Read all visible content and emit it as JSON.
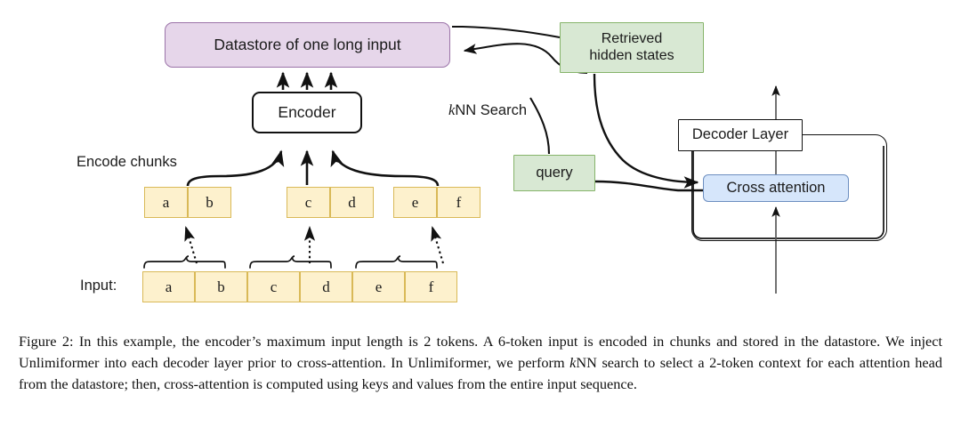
{
  "figure": {
    "datastore": {
      "label": "Datastore of one long input",
      "fill": "#e6d6ea",
      "stroke": "#9b73a8"
    },
    "encoder": {
      "label": "Encoder",
      "fill": "#ffffff",
      "stroke": "#111111"
    },
    "retrieved_hidden_states": {
      "line1": "Retrieved",
      "line2": "hidden states",
      "fill": "#d8e8d3",
      "stroke": "#86b46a"
    },
    "query": {
      "label": "query",
      "fill": "#d8e8d3",
      "stroke": "#86b46a"
    },
    "decoder_layer": {
      "label": "Decoder Layer",
      "fill": "#ffffff",
      "stroke": "#111111"
    },
    "cross_attention": {
      "label": "Cross attention",
      "fill": "#d6e6fb",
      "stroke": "#6d8fc0"
    },
    "labels": {
      "encode_chunks": "Encode chunks",
      "knn_search_italic": "k",
      "knn_search_rest": "NN Search",
      "input": "Input:"
    },
    "chunks": [
      {
        "name": "chunk-ab",
        "tokens": [
          "a",
          "b"
        ]
      },
      {
        "name": "chunk-cd",
        "tokens": [
          "c",
          "d"
        ]
      },
      {
        "name": "chunk-ef",
        "tokens": [
          "e",
          "f"
        ]
      }
    ],
    "input_tokens": [
      "a",
      "b",
      "c",
      "d",
      "e",
      "f"
    ],
    "token_fill": "#fdf1cd",
    "token_stroke": "#d9b957"
  },
  "caption": {
    "part1": "Figure 2: In this example, the encoder’s maximum input length is 2 tokens. A 6-token input is encoded in chunks and stored in the datastore. We inject Unlimiformer into each decoder layer prior to cross-attention. In Unlimiformer, we perform ",
    "knn_italic": "k",
    "part2": "NN search to select a 2-token context for each attention head from the datastore; then, cross-attention is computed using keys and values from the entire input sequence."
  }
}
